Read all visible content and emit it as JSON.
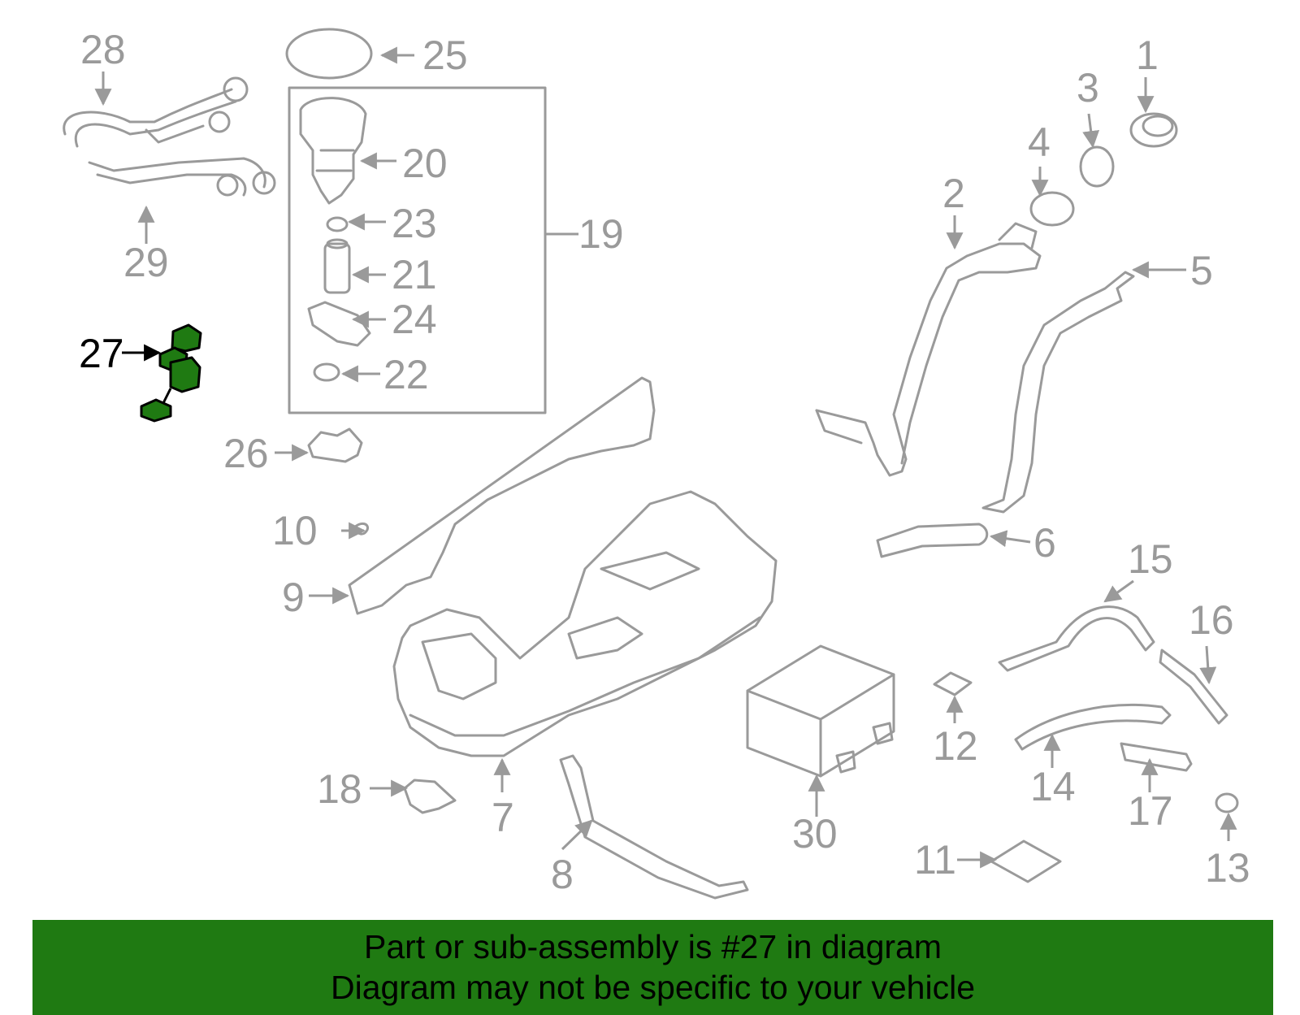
{
  "highlight_color": "#1f7a12",
  "highlighted_part": "27",
  "callouts": {
    "c1": "1",
    "c2": "2",
    "c3": "3",
    "c4": "4",
    "c5": "5",
    "c6": "6",
    "c7": "7",
    "c8": "8",
    "c9": "9",
    "c10": "10",
    "c11": "11",
    "c12": "12",
    "c13": "13",
    "c14": "14",
    "c15": "15",
    "c16": "16",
    "c17": "17",
    "c18": "18",
    "c19": "19",
    "c20": "20",
    "c21": "21",
    "c22": "22",
    "c23": "23",
    "c24": "24",
    "c25": "25",
    "c26": "26",
    "c27": "27",
    "c28": "28",
    "c29": "29",
    "c30": "30"
  },
  "banner": {
    "line1": "Part or sub-assembly is #27 in diagram",
    "line2": "Diagram may not be specific to your vehicle"
  }
}
